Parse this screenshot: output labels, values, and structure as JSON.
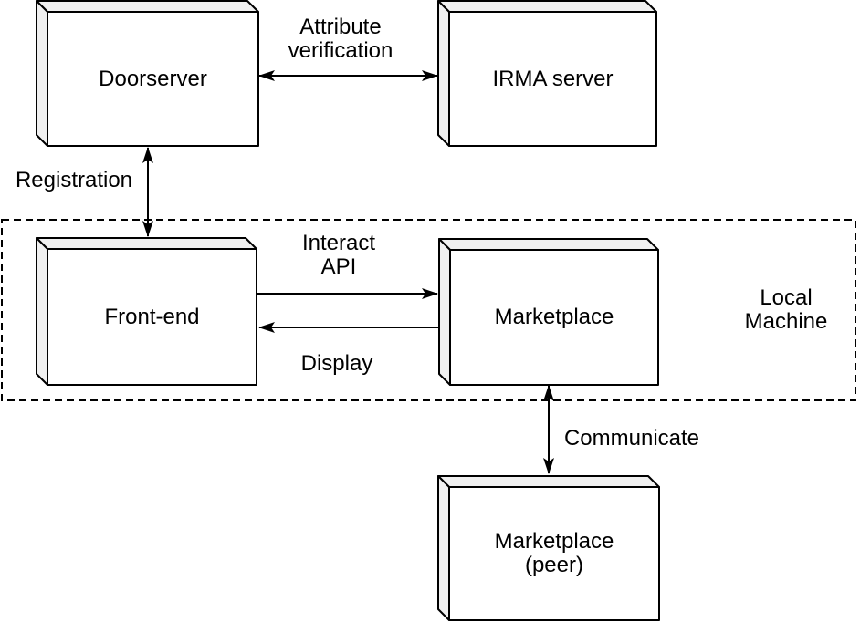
{
  "diagram": {
    "nodes": {
      "doorserver": {
        "label": "Doorserver"
      },
      "irma_server": {
        "label": "IRMA server"
      },
      "front_end": {
        "label": "Front-end"
      },
      "marketplace": {
        "label": "Marketplace"
      },
      "marketplace_peer": {
        "label": "Marketplace\n(peer)"
      }
    },
    "group": {
      "label": "Local\nMachine"
    },
    "edges": {
      "attribute_verification": {
        "label": "Attribute\nverification",
        "from": "Doorserver",
        "to": "IRMA server",
        "direction": "both"
      },
      "registration": {
        "label": "Registration",
        "from": "Front-end",
        "to": "Doorserver",
        "direction": "both"
      },
      "interact_api": {
        "label": "Interact\nAPI",
        "from": "Front-end",
        "to": "Marketplace",
        "direction": "forward"
      },
      "display": {
        "label": "Display",
        "from": "Marketplace",
        "to": "Front-end",
        "direction": "forward"
      },
      "communicate": {
        "label": "Communicate",
        "from": "Marketplace",
        "to": "Marketplace (peer)",
        "direction": "both"
      }
    },
    "colors": {
      "stroke": "#000000",
      "text": "#000000",
      "cube_front_fill": "#ffffff",
      "cube_side_fill": "#f0f0f0",
      "background": "#ffffff"
    }
  }
}
